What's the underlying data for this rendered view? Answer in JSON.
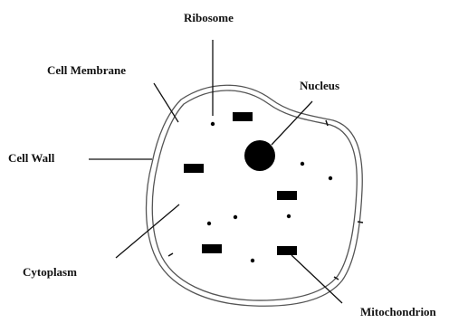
{
  "labels": {
    "ribosome": "Ribosome",
    "cell_membrane": "Cell Membrane",
    "nucleus": "Nucleus",
    "cell_wall": "Cell Wall",
    "cytoplasm": "Cytoplasm",
    "mitochondrion": "Mitochondrion"
  },
  "colors": {
    "ink": "#111111",
    "wall_line": "#555555",
    "background": "#ffffff"
  }
}
